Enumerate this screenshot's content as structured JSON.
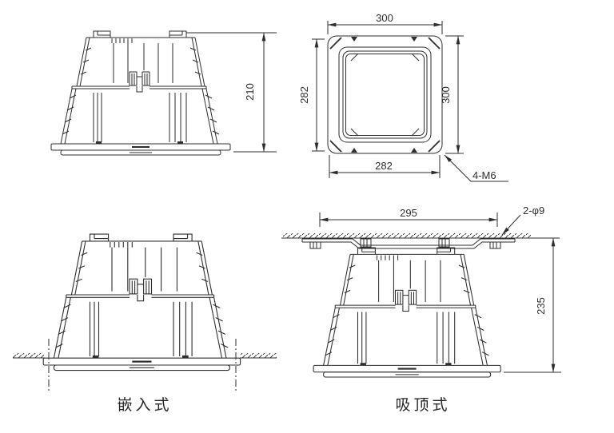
{
  "drawing": {
    "background_color": "#ffffff",
    "line_color": "#2e2e2e",
    "views": {
      "side_elevation": {
        "height_dim": "210"
      },
      "top_plan": {
        "outer_width_dim": "300",
        "outer_height_dim": "300",
        "inner_width_dim": "282",
        "inner_height_dim": "282",
        "screw_callout": "4-M6"
      },
      "recessed": {
        "caption": "嵌入式"
      },
      "ceiling_mounted": {
        "hole_spacing_dim": "295",
        "hole_callout": "2-φ9",
        "height_dim": "235",
        "caption": "吸顶式"
      }
    }
  }
}
